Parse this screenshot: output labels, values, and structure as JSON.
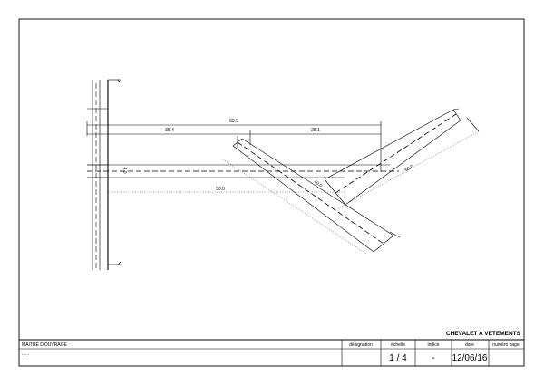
{
  "drawing": {
    "dimensions": {
      "total_width": "63.5",
      "left_width": "35.4",
      "right_width": "28.1",
      "lower_length": "58.0",
      "vertical_gap": "4.0",
      "arm_lower": "40.0",
      "arm_upper": "50.0"
    }
  },
  "title_block": {
    "project_title": "CHEVALET A VETEMENTS",
    "headers": {
      "owner": "MAITRE D'OUVRAGE",
      "designation": "désignation",
      "scale": "échelle",
      "index": "indice",
      "date": "date",
      "page_number": "numéro page"
    },
    "values": {
      "owner_line1": "- - -",
      "owner_line2": "- - -",
      "designation": "",
      "scale": "1 / 4",
      "index": "-",
      "date": "12/06/16",
      "page_number": ""
    }
  }
}
